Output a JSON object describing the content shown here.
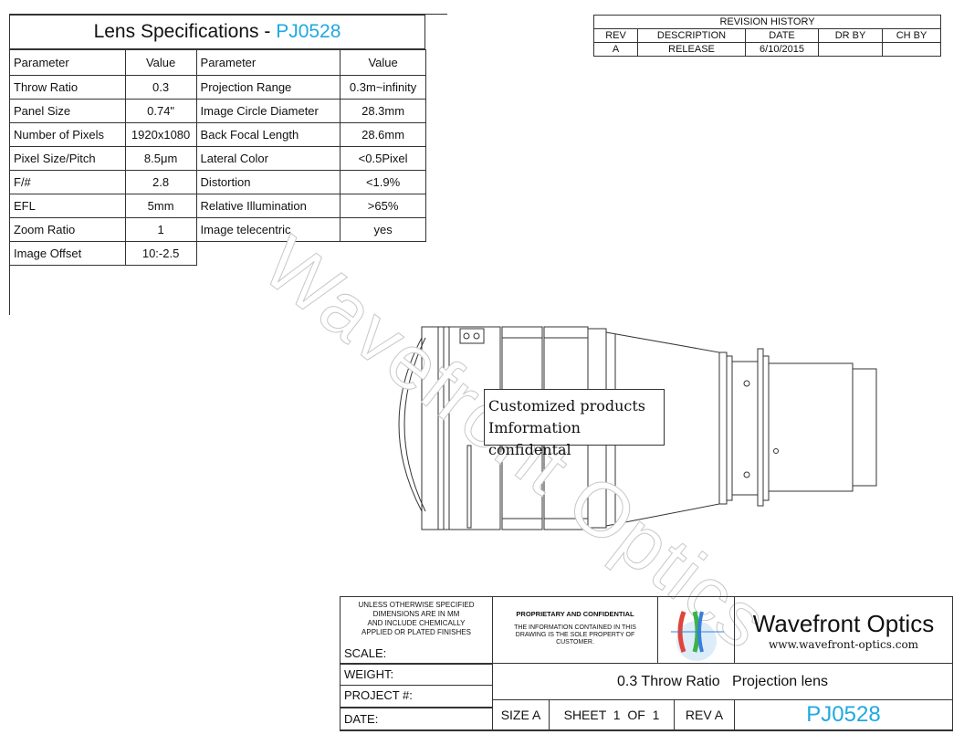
{
  "spec": {
    "title_prefix": "Lens Specifications - ",
    "title_code": "PJ0528",
    "header": {
      "param1": "Parameter",
      "value1": "Value",
      "param2": "Parameter",
      "value2": "Value"
    },
    "rows": [
      {
        "p1": "Throw Ratio",
        "v1": "0.3",
        "p2": "Projection Range",
        "v2": "0.3m~infinity"
      },
      {
        "p1": "Panel Size",
        "v1": "0.74\"",
        "p2": "Image Circle Diameter",
        "v2": "28.3mm"
      },
      {
        "p1": "Number of Pixels",
        "v1": "1920x1080",
        "p2": "Back Focal Length",
        "v2": "28.6mm"
      },
      {
        "p1": "Pixel Size/Pitch",
        "v1": "8.5μm",
        "p2": "Lateral Color",
        "v2": "<0.5Pixel"
      },
      {
        "p1": "F/#",
        "v1": "2.8",
        "p2": "Distortion",
        "v2": "<1.9%"
      },
      {
        "p1": "EFL",
        "v1": "5mm",
        "p2": "Relative Illumination",
        "v2": ">65%"
      },
      {
        "p1": "Zoom Ratio",
        "v1": "1",
        "p2": "Image telecentric",
        "v2": "yes"
      },
      {
        "p1": "Image Offset",
        "v1": "10:-2.5",
        "p2": "",
        "v2": ""
      }
    ]
  },
  "revision": {
    "title": "REVISION HISTORY",
    "cols": [
      "REV",
      "DESCRIPTION",
      "DATE",
      "DR BY",
      "CH BY"
    ],
    "row": [
      "A",
      "RELEASE",
      "6/10/2015",
      "",
      ""
    ]
  },
  "drawing": {
    "note_line1": "Customized products",
    "note_line2": "Imformation confidental",
    "watermark": "Wavefront Optics"
  },
  "titleblock": {
    "tolerance": [
      "UNLESS OTHERWISE SPECIFIED",
      "DIMENSIONS ARE IN MM",
      "AND INCLUDE CHEMICALLY",
      "APPLIED OR PLATED FINISHES"
    ],
    "scale": "SCALE:",
    "weight": "WEIGHT:",
    "project": "PROJECT #:",
    "date": "DATE:",
    "prop_title": "PROPRIETARY AND CONFIDENTIAL",
    "prop_text": [
      "THE INFORMATION CONTAINED IN THIS",
      "DRAWING IS THE SOLE PROPERTY OF",
      "CUSTOMER."
    ],
    "company": "Wavefront Optics",
    "website": "www.wavefront-optics.com",
    "description": "0.3 Throw Ratio   Projection lens",
    "size": "SIZE A",
    "sheet": "SHEET  1  OF  1",
    "rev": "REV A",
    "part": "PJ0528",
    "colors": {
      "accent": "#1ea9e1",
      "logo_red": "#e0443a",
      "logo_green": "#3db34a",
      "logo_blue": "#3a7fd9"
    }
  }
}
